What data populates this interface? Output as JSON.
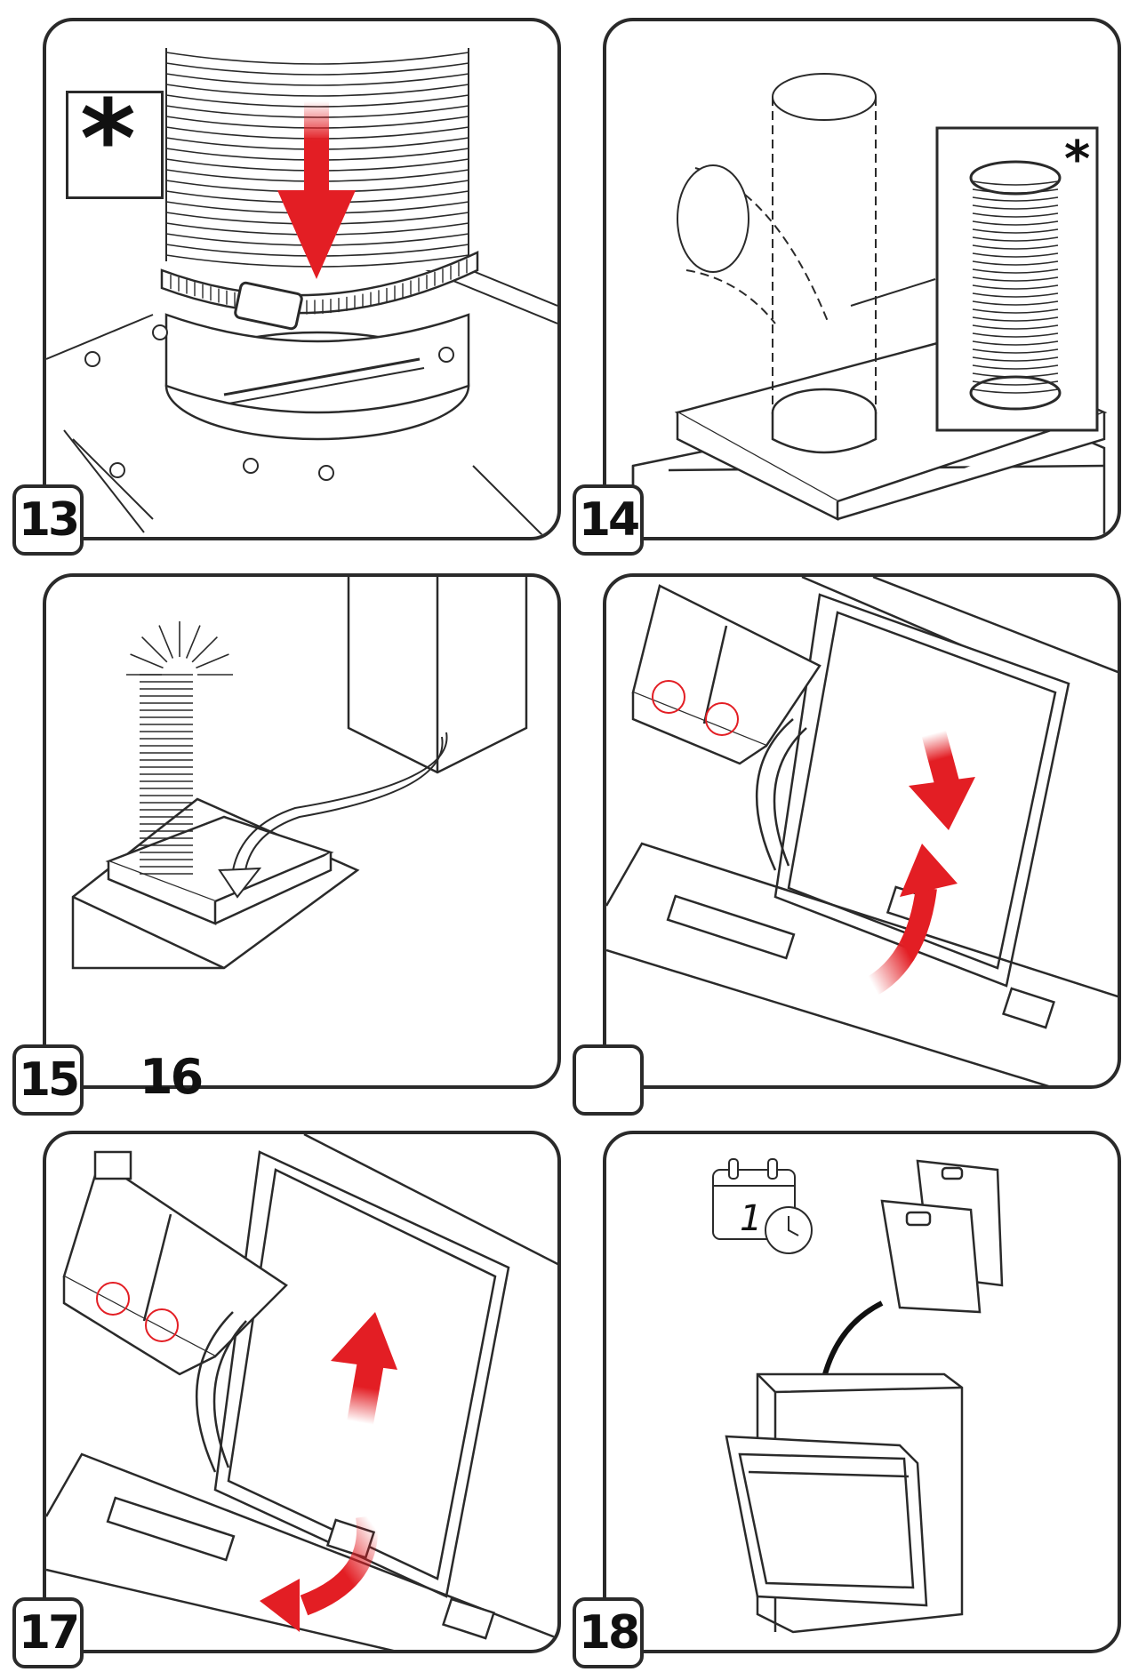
{
  "steps": [
    {
      "number": "13",
      "note_symbol": "*"
    },
    {
      "number": "14",
      "note_symbol": "*"
    },
    {
      "number": "15"
    },
    {
      "number": "16"
    },
    {
      "number": "17"
    },
    {
      "number": "18",
      "calendar_digit": "1"
    }
  ],
  "colors": {
    "arrow_red": "#e31e24",
    "line": "#2a2a2a",
    "highlight_circle": "#e31e24"
  },
  "icons": [
    "down-arrow-icon",
    "up-arrow-icon",
    "curved-arrow-icon",
    "calendar-clock-icon",
    "asterisk-icon"
  ]
}
